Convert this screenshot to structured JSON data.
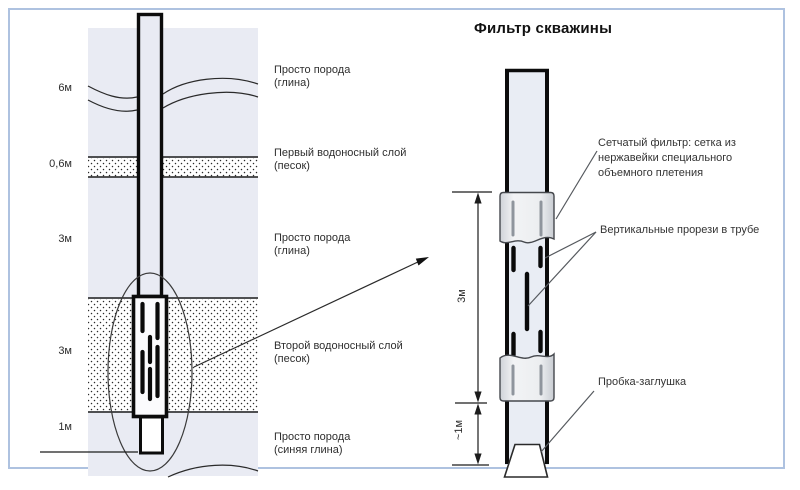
{
  "colors": {
    "panel_border": "#aec2e0",
    "panel_bg": "#ffffff",
    "soil": "#e9ebf3",
    "pipe_fill": "#e9edf4",
    "mesh_light": "#f1f2f4",
    "mesh_dark": "#d6d9de",
    "ink": "#1c1c1c"
  },
  "left_diagram": {
    "depth_labels": [
      "6м",
      "0,6м",
      "3м",
      "3м",
      "1м"
    ],
    "layer_labels": [
      {
        "line1": "Просто порода",
        "line2": "(глина)"
      },
      {
        "line1": "Первый водоносный слой",
        "line2": "(песок)"
      },
      {
        "line1": "Просто порода",
        "line2": "(глина)"
      },
      {
        "line1": "Второй водоносный слой",
        "line2": "(песок)"
      },
      {
        "line1": "Просто порода",
        "line2": "(синяя глина)"
      }
    ]
  },
  "right_diagram": {
    "title": "Фильтр скважины",
    "dim_3m": "3м",
    "dim_1m": "~1м",
    "annotation_mesh": {
      "line1": "Сетчатый фильтр: сетка из",
      "line2": "нержавейки специального",
      "line3": "объемного плетения"
    },
    "annotation_slots": "Вертикальные прорези в трубе",
    "annotation_plug": "Пробка-заглушка"
  }
}
